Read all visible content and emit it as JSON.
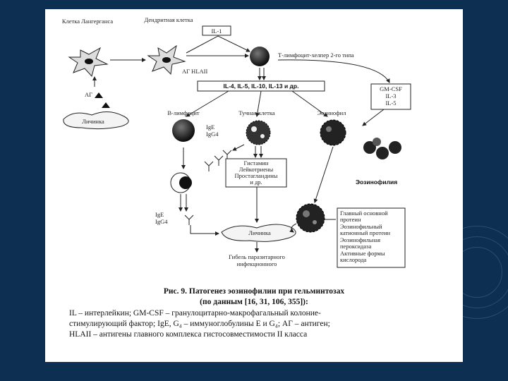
{
  "cells": {
    "langerhans": "Клетка Лангерганса",
    "dendritic": "Дендритная клетка",
    "il1": "IL-1",
    "ag_hla": "АГ HLAII",
    "th2": "Т-лимфоцит-хелпер 2-го типа",
    "cytokines": "IL-4, IL-5, IL-10, IL-13 и др.",
    "gmcsf": [
      "GM-CSF",
      "IL-3",
      "IL-5"
    ],
    "ag": "АГ",
    "larva_top": "Личинка",
    "b_lymph": "В-лимфоцит",
    "mast": "Тучная клетка",
    "eosinophil": "Эозинофил",
    "ig_top": [
      "IgE",
      "IgG4"
    ],
    "mediators": [
      "Гистамин",
      "Лейкотриены",
      "Простагландины",
      "и др."
    ],
    "eosinophilia": "Эозинофилия",
    "ig_bottom": [
      "IgE",
      "IgG4"
    ],
    "larva_bottom": "Личинка",
    "death": [
      "Гибель паразитарного",
      "инфекционного"
    ],
    "granules": [
      "Главный основной",
      "протеин",
      "Эозинофильный",
      "катионный протеин",
      "Эозинофильная",
      "пероксидаза",
      "Активные формы",
      "кислорода"
    ]
  },
  "caption": {
    "title": "Рис. 9. Патогенез эозинофилии при гельминтозах",
    "source": "(по данным [16, 31, 106, 355]):",
    "line1": "IL – интерлейкин; GM-CSF – гранулоцитарно-макрофагальный колоние-",
    "line2": "стимулирующий фактор; IgE, G₄ – иммуноглобулины Е и G₄; АГ – антиген;",
    "line3": "HLAII – антигены главного комплекса гистосовместимости II класса"
  }
}
